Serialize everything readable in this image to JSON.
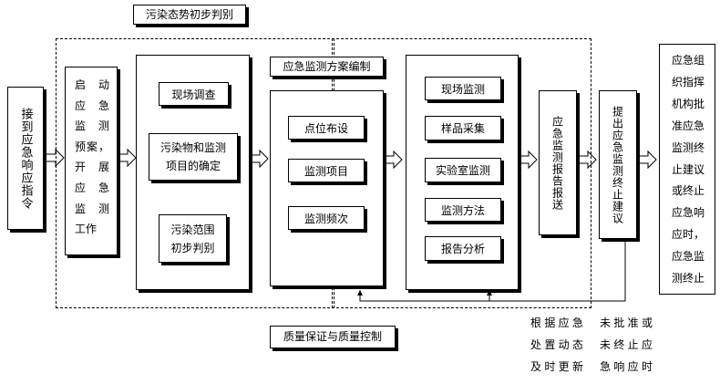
{
  "labels": {
    "receive_command": "接到应急响应指令",
    "initial_judgment_title": "污染态势初步判别",
    "start_plan_lines": [
      "启　动",
      "应　急",
      "监　测",
      "预案，",
      "开　展",
      "应　急",
      "监　测",
      "工作"
    ],
    "site_survey": "现场调查",
    "pollutant_items_lines": [
      "污染物和监测",
      "项目的确定"
    ],
    "pollution_range_lines": [
      "污染范围",
      "初步判别"
    ],
    "plan_compile_title": "应急监测方案编制",
    "point_layout": "点位布设",
    "monitor_items": "监测项目",
    "monitor_frequency": "监测频次",
    "site_monitoring": "现场监测",
    "sample_collection": "样品采集",
    "lab_monitoring": "实验室监测",
    "monitor_method": "监测方法",
    "report_analysis": "报告分析",
    "report_submit": "应急监测报告报送",
    "propose_termination": "提出应急监测终止建议",
    "final_approve_lines": [
      "应急组",
      "织指挥",
      "机构批",
      "准应急",
      "监测终",
      "止建议",
      "或终止",
      "应急响",
      "应时，",
      "应急监",
      "测终止"
    ],
    "quality_control_title": "质量保证与质量控制",
    "update_note_lines": [
      "根据应急",
      "处置动态",
      "及时更新"
    ],
    "not_approved_lines": [
      "未批准或",
      "未终止应",
      "急响应时"
    ]
  }
}
